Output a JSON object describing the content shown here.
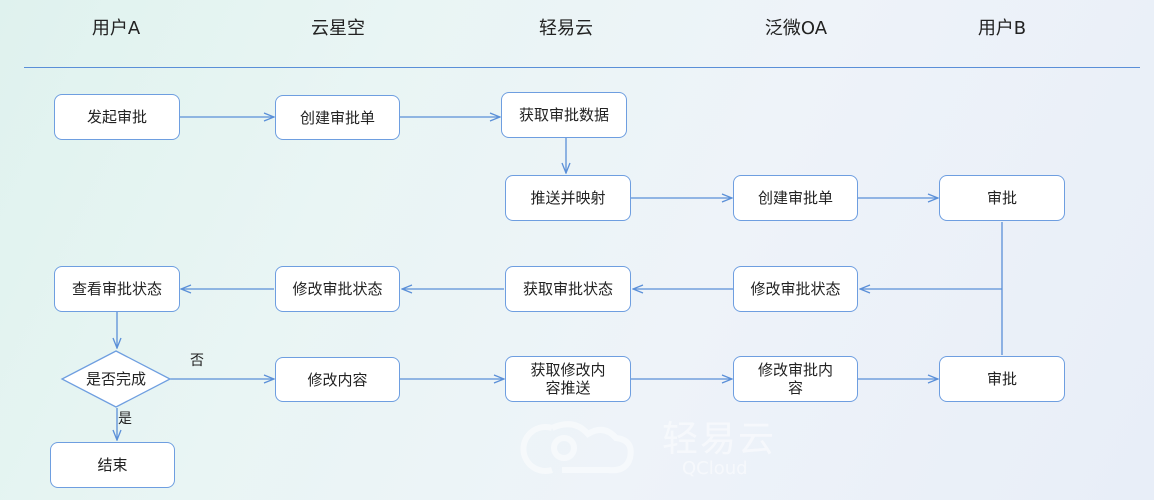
{
  "lanes": [
    "用户A",
    "云星空",
    "轻易云",
    "泛微OA",
    "用户B"
  ],
  "nodes": {
    "start": "发起审批",
    "create1": "创建审批单",
    "fetch_data": "获取审批数据",
    "push_map": "推送并映射",
    "create2": "创建审批单",
    "approve1": "审批",
    "view_status": "查看审批状态",
    "mod_status_yx": "修改审批状态",
    "get_status": "获取审批状态",
    "mod_status_fw": "修改审批状态",
    "is_done": "是否完成",
    "mod_content": "修改内容",
    "push_mod_l1": "获取修改内",
    "push_mod_l2": "容推送",
    "mod_approve_l1": "修改审批内",
    "mod_approve_l2": "容",
    "approve2": "审批",
    "end": "结束"
  },
  "edge_labels": {
    "no": "否",
    "yes": "是"
  },
  "watermark": {
    "text": "轻易云",
    "sub": "QCloud"
  },
  "colors": {
    "line": "#5a8fd8",
    "box_border": "#6e9ee0"
  }
}
